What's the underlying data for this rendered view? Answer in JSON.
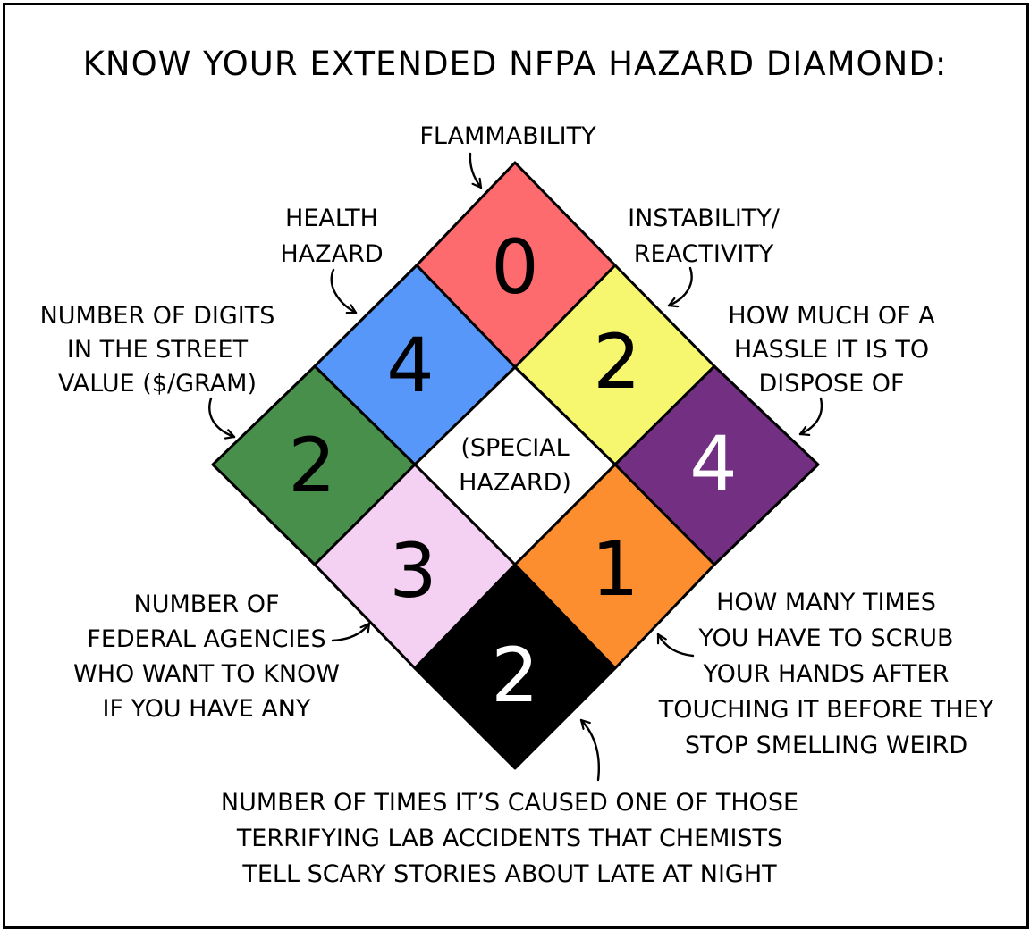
{
  "title": "KNOW YOUR EXTENDED NFPA HAZARD DIAMOND:",
  "colors": {
    "flammability": "#fe6b6e",
    "health": "#5797f9",
    "instability": "#f7f76f",
    "street_value": "#488f4b",
    "disposal": "#732f82",
    "federal": "#f4d1f2",
    "scrub": "#fd8e2f",
    "lab_accidents": "#000000",
    "special": "#ffffff"
  },
  "cells": {
    "flammability": {
      "value": "0"
    },
    "health": {
      "value": "4"
    },
    "instability": {
      "value": "2"
    },
    "street_value": {
      "value": "2"
    },
    "disposal": {
      "value": "4"
    },
    "federal": {
      "value": "3"
    },
    "scrub": {
      "value": "1"
    },
    "lab_accidents": {
      "value": "2"
    },
    "special": {
      "lines": [
        "(SPECIAL",
        "HAZARD)"
      ]
    }
  },
  "labels": {
    "flammability": [
      "FLAMMABILITY"
    ],
    "health": [
      "HEALTH",
      "HAZARD"
    ],
    "instability": [
      "INSTABILITY/",
      "REACTIVITY"
    ],
    "street_value": [
      "NUMBER OF DIGITS",
      "IN THE STREET",
      "VALUE ($/GRAM)"
    ],
    "disposal": [
      "HOW MUCH OF A",
      "HASSLE IT IS TO",
      "DISPOSE OF"
    ],
    "federal": [
      "NUMBER OF",
      "FEDERAL AGENCIES",
      "WHO WANT TO KNOW",
      "IF YOU HAVE ANY"
    ],
    "scrub": [
      "HOW MANY TIMES",
      "YOU HAVE TO SCRUB",
      "YOUR HANDS AFTER",
      "TOUCHING IT BEFORE THEY",
      "STOP SMELLING WEIRD"
    ],
    "lab_accidents": [
      "NUMBER OF TIMES IT’S CAUSED ONE OF THOSE",
      "TERRIFYING LAB ACCIDENTS THAT CHEMISTS",
      "TELL SCARY STORIES ABOUT LATE AT NIGHT"
    ]
  }
}
